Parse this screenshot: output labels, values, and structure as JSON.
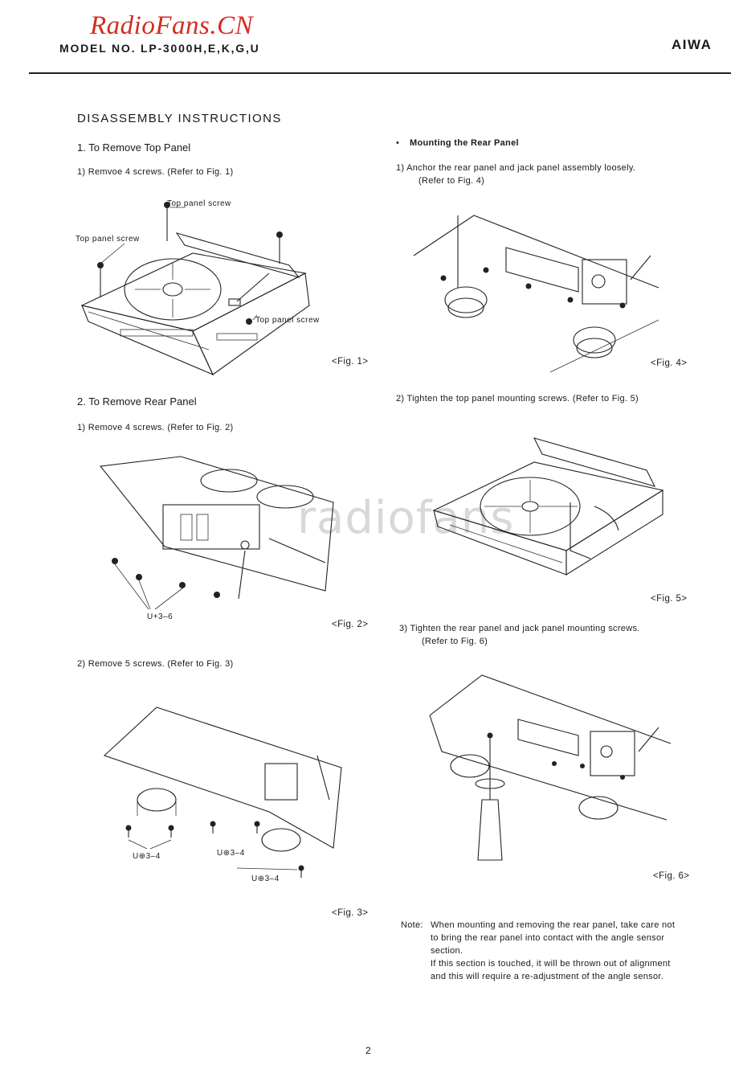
{
  "header": {
    "site_logo": "RadioFans.CN",
    "model": "MODEL NO. LP-3000H,E,K,G,U",
    "brand": "AIWA"
  },
  "watermark_text": "radiofans",
  "title": "DISASSEMBLY INSTRUCTIONS",
  "left": {
    "section1": {
      "heading": "1.   To Remove Top Panel",
      "step1": "1)     Remvoe 4 screws. (Refer to Fig. 1)",
      "fig": {
        "label_top": "Top panel screw",
        "label_left": "Top panel screw",
        "label_right": "Top panel screw",
        "caption": "<Fig. 1>"
      }
    },
    "section2": {
      "heading": "2.   To Remove Rear Panel",
      "step1": "1)     Remove 4 screws. (Refer to Fig. 2)",
      "fig2": {
        "screw_label": "U+3–6",
        "caption": "<Fig. 2>"
      },
      "step2": "2)     Remove 5 screws. (Refer to Fig. 3)",
      "fig3": {
        "screw_label_1": "U⊕3–4",
        "screw_label_2": "U⊕3–4",
        "screw_label_3": "U⊕3–4",
        "caption": "<Fig. 3>"
      }
    }
  },
  "right": {
    "bullet": "•",
    "mounting_heading": "Mounting the Rear Panel",
    "step1_line1": "1)     Anchor the rear panel and jack panel assembly loosely.",
    "step1_line2": "(Refer to Fig. 4)",
    "fig4_caption": "<Fig. 4>",
    "step2": "2)     Tighten the top panel mounting screws. (Refer to Fig. 5)",
    "fig5_caption": "<Fig. 5>",
    "step3_line1": "3)     Tighten the rear panel and jack panel mounting screws.",
    "step3_line2": "(Refer to Fig. 6)",
    "fig6_caption": "<Fig. 6>",
    "note": {
      "prefix": "Note:",
      "line1": "When mounting and removing the rear panel, take care not",
      "line2": "to bring the rear panel into contact with the angle sensor",
      "line3": "section.",
      "line4": "If this section is touched, it will be thrown out of alignment",
      "line5": "and this will require a re-adjustment of the angle sensor."
    }
  },
  "page_number": "2"
}
